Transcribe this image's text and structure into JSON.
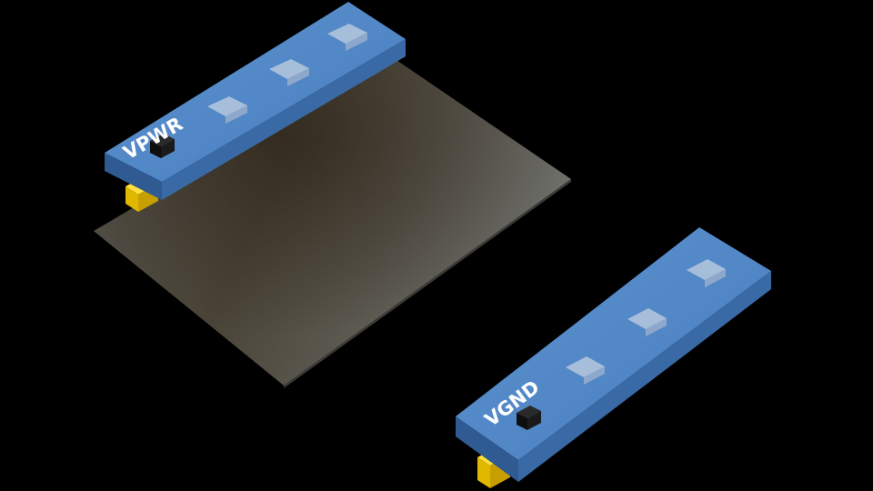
{
  "labels": {
    "top_rail": "VPWR",
    "bottom_rail": "VGND"
  },
  "colors": {
    "background": "#000000",
    "rail_top_face": "#4f86c6",
    "rail_front_face": "#3b6aa8",
    "rail_side_face": "#2f5a92",
    "contact_square": "#a9bfdc",
    "pin_block": "#141414",
    "metal_tab": "#f2c300",
    "orange_edge": "#e08a1a",
    "substrate": "#6a6a63"
  },
  "icons": {
    "pin_marker": "black-cube",
    "contact": "light-square",
    "tab": "yellow-block"
  }
}
